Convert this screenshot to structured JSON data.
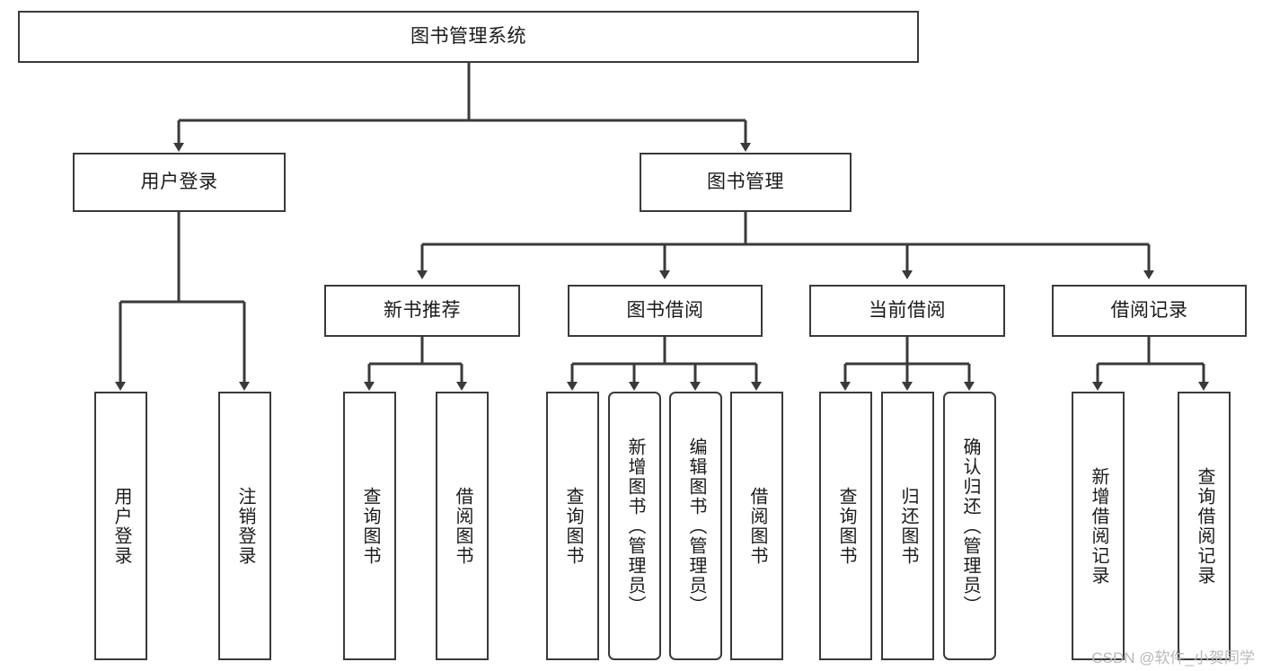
{
  "diagram": {
    "type": "tree",
    "title": "图书管理系统",
    "root": {
      "label": "图书管理系统"
    },
    "level1": [
      {
        "label": "用户登录"
      },
      {
        "label": "图书管理"
      }
    ],
    "level2": [
      {
        "label": "新书推荐"
      },
      {
        "label": "图书借阅"
      },
      {
        "label": "当前借阅"
      },
      {
        "label": "借阅记录"
      }
    ],
    "leaves": {
      "user_login": [
        {
          "label": "用户登录"
        },
        {
          "label": "注销登录"
        }
      ],
      "new_book_recommend": [
        {
          "label": "查询图书"
        },
        {
          "label": "借阅图书"
        }
      ],
      "book_borrow": [
        {
          "label": "查询图书"
        },
        {
          "label": "新增图书（管理员）"
        },
        {
          "label": "编辑图书（管理员）"
        },
        {
          "label": "借阅图书"
        }
      ],
      "current_borrow": [
        {
          "label": "查询图书"
        },
        {
          "label": "归还图书"
        },
        {
          "label": "确认归还（管理员）"
        }
      ],
      "borrow_record": [
        {
          "label": "新增借阅记录"
        },
        {
          "label": "查询借阅记录"
        }
      ]
    }
  },
  "watermark": {
    "text": "CSDN @软件_小贺同学"
  },
  "colors": {
    "stroke": "#3a3a3a",
    "fill": "#ffffff",
    "text": "#1a1a1a",
    "watermark": "#b9b9b9"
  }
}
